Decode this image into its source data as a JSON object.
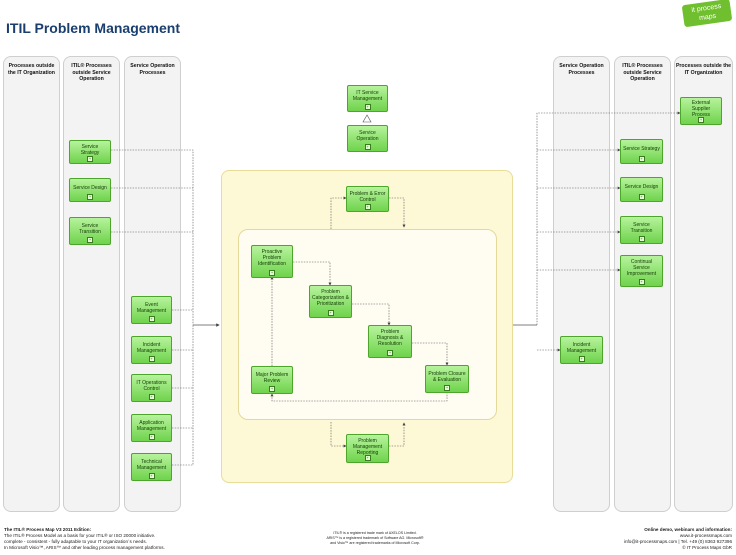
{
  "title": "ITIL Problem Management",
  "logo": {
    "line1": "it process",
    "line2": "maps"
  },
  "lanes": {
    "left": [
      {
        "label": "Processes outside the IT Organization"
      },
      {
        "label": "ITIL® Processes outside Service Operation"
      },
      {
        "label": "Service Operation Processes"
      }
    ],
    "right": [
      {
        "label": "Service Operation Processes"
      },
      {
        "label": "ITIL® Processes outside Service Operation"
      },
      {
        "label": "Processes outside the IT Organization"
      }
    ]
  },
  "boxes": {
    "itil_service_management": "IT Service Management",
    "service_operation": "Service Operation",
    "left_service_strategy": "Service Strategy",
    "left_service_design": "Service Design",
    "left_service_transition": "Service Transition",
    "event_management": "Event Management",
    "left_incident_management": "Incident Management",
    "it_operations_control": "IT Operations Control",
    "application_management": "Application Management",
    "technical_management": "Technical Management",
    "problem_error_control": "Problem & Error Control",
    "proactive_problem_identification": "Proactive Problem Identification",
    "problem_categorization": "Problem Categorization & Prioritization",
    "problem_diagnosis": "Problem Diagnosis & Resolution",
    "problem_closure": "Problem Closure & Evaluation",
    "major_problem_review": "Major Problem Review",
    "problem_management_reporting": "Problem Management Reporting",
    "external_supplier_process": "External Supplier Process",
    "right_service_strategy": "Service Strategy",
    "right_service_design": "Service Design",
    "right_service_transition": "Service Transition",
    "continual_service_improvement": "Continual Service Improvement",
    "right_incident_management": "Incident Management"
  },
  "footer": {
    "left_title": "The ITIL® Process Map V3 2011 Edition:",
    "left_line1": "The ITIL® Process Model as a basis for your ITIL® or ISO 20000 initiative.",
    "left_line2": "complete - consistent - fully adaptable to your IT organization´s needs.",
    "left_line3": "In Microsoft Visio™, ARIS™ and other leading process management platforms.",
    "mid_line1": "ITIL® is a registered trade mark of AXELOS Limited.",
    "mid_line2": "ARIS™ is a registered trademark of Software AG. Microsoft®",
    "mid_line3": "and Visio™ are registered trademarks of Microsoft Corp.",
    "right_title": "Online demo, webinars and information:",
    "right_line1": "www.it-processmaps.com",
    "right_line2": "info@it-processmaps.com | Tel. +49 (0) 8363 927396",
    "right_line3": "© IT Process Maps GbR"
  }
}
